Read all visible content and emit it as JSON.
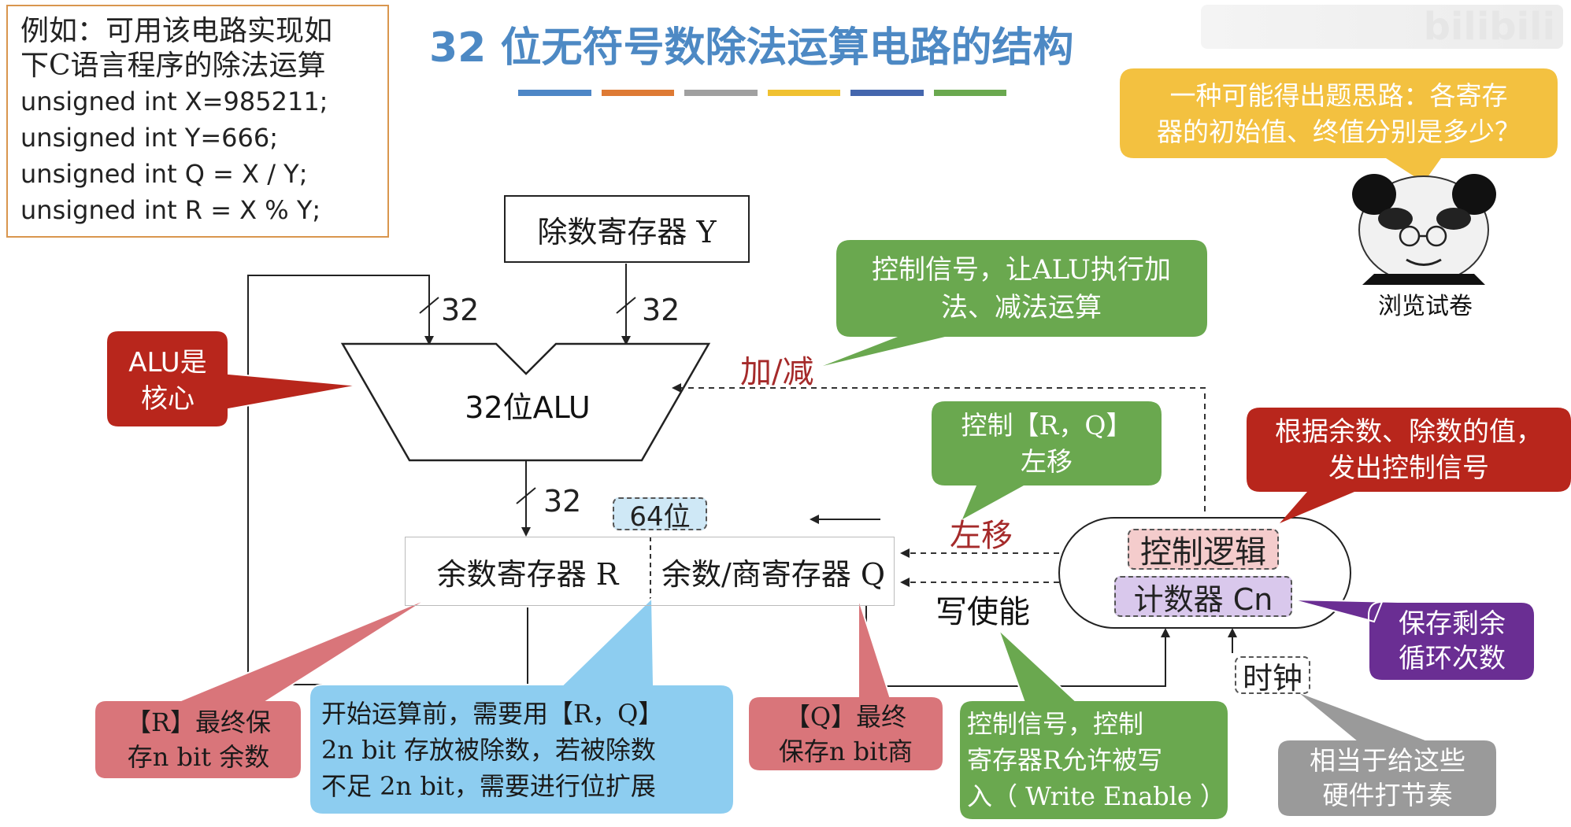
{
  "title": "32 位无符号数除法运算电路的结构",
  "title_bar_colors": [
    "#4d86c6",
    "#de7a34",
    "#a0a0a0",
    "#f0c131",
    "#4466ad",
    "#6aa84f"
  ],
  "watermark": "bilibili",
  "code_box": {
    "line1": "例如：可用该电路实现如",
    "line2": "下C语言程序的除法运算",
    "line3": "unsigned int X=985211;",
    "line4": "unsigned int Y=666;",
    "line5": "unsigned int Q = X / Y;",
    "line6": "unsigned int R = X % Y;"
  },
  "divisor_register": "除数寄存器 Y",
  "alu_label": "32位ALU",
  "remainder_register": "余数寄存器 R",
  "quotient_register": "余数/商寄存器 Q",
  "bus_width_1": "32",
  "bus_width_2": "32",
  "bus_width_3": "32",
  "width_tag_64": "64位",
  "add_sub_label": "加/减",
  "shift_left_label": "左移",
  "write_enable_label": "写使能",
  "control_logic": "控制逻辑",
  "counter": "计数器 Cn",
  "clock": "时钟",
  "panda_caption": "浏览试卷",
  "callouts": {
    "alu_core": [
      "ALU是",
      "核心"
    ],
    "alu_control": [
      "控制信号，让ALU执行加",
      "法、减法运算"
    ],
    "rq_shift": [
      "控制【R，Q】",
      "左移"
    ],
    "control_signal": [
      "根据余数、除数的值，",
      "发出控制信号"
    ],
    "exam_idea": [
      "一种可能得出题思路：各寄存",
      "器的初始值、终值分别是多少？"
    ],
    "r_final": [
      "【R】最终保",
      "存n bit 余数"
    ],
    "rq_init": [
      "开始运算前，需要用【R，Q】",
      "2n bit 存放被除数，若被除数",
      "不足 2n bit，需要进行位扩展"
    ],
    "q_final": [
      "【Q】最终",
      "保存n bit商"
    ],
    "write_enable": [
      "控制信号，控制",
      "寄存器R允许被写",
      "入（ Write Enable ）"
    ],
    "counter_save": [
      "保存剩余",
      "循环次数"
    ],
    "clock_note": [
      "相当于给这些",
      "硬件打节奏"
    ]
  },
  "colors": {
    "red_callout": "#b8261c",
    "green_callout": "#6aa84f",
    "pink_callout": "#d9757a",
    "blue_callout": "#8dcdf0",
    "yellow_callout": "#f3c140",
    "purple_callout": "#6a2e93",
    "gray_callout": "#9a9a9a",
    "control_logic_fill": "#f4cccc",
    "counter_fill": "#d9c8ec",
    "tag_64_fill": "#cfe8f6"
  }
}
